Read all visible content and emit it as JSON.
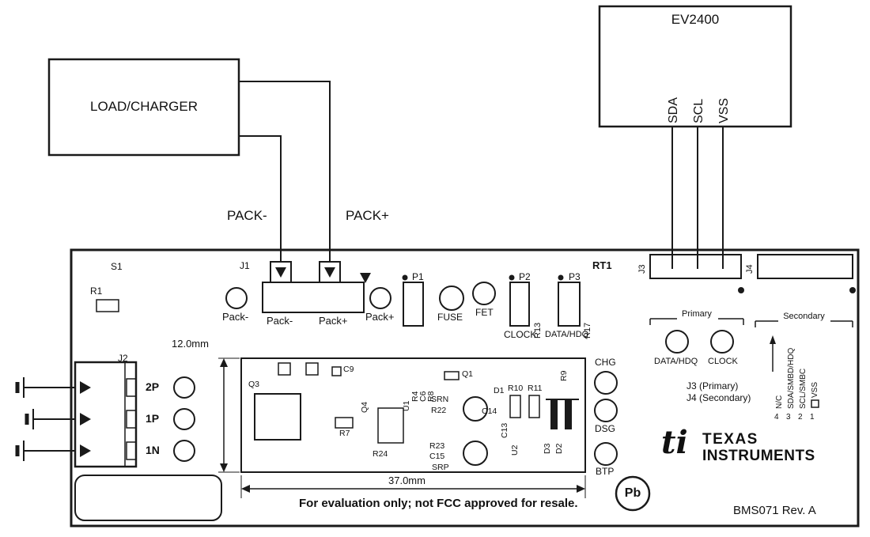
{
  "diagram": {
    "ev2400": {
      "title": "EV2400",
      "sda": "SDA",
      "scl": "SCL",
      "vss": "VSS"
    },
    "load_charger": {
      "title": "LOAD/CHARGER"
    },
    "pack_minus": "PACK-",
    "pack_plus": "PACK+"
  },
  "board": {
    "refs": {
      "s1": "S1",
      "r1": "R1",
      "j1": "J1",
      "j2": "J2",
      "j3": "J3",
      "j4": "J4",
      "rt1": "RT1"
    },
    "j1": {
      "pack_minus": "Pack-",
      "pack_plus": "Pack+"
    },
    "testpoints": {
      "pack_minus": "Pack-",
      "pack_plus": "Pack+",
      "p1": "P1",
      "fuse": "FUSE",
      "fet": "FET",
      "p2": "P2",
      "clock": "CLOCK",
      "p3": "P3",
      "data_hdq": "DATA/HDQ",
      "chg": "CHG",
      "dsg": "DSG",
      "btp": "BTP",
      "tp_2p": "2P",
      "tp_1p": "1P",
      "tp_1n": "1N"
    },
    "resistors": {
      "r13": "R13",
      "r17": "R17"
    },
    "comm": {
      "primary": "Primary",
      "secondary": "Secondary",
      "data_hdq": "DATA/HDQ",
      "clock": "CLOCK",
      "j3_primary": "J3 (Primary)",
      "j4_secondary": "J4 (Secondary)",
      "pin_nc": "N/C",
      "pin_sda": "SDA/SMBD/HDQ",
      "pin_scl": "SCL/SMBC",
      "pin_vss": "VSS",
      "n4": "4",
      "n3": "3",
      "n2": "2",
      "n1": "1"
    },
    "module": {
      "dim_h": "12.0mm",
      "dim_w": "37.0mm",
      "q3": "Q3",
      "c9": "C9",
      "q4": "Q4",
      "r7": "R7",
      "u1": "U1",
      "r4": "R4",
      "c6": "C6",
      "r8": "R8",
      "r24": "R24",
      "srn": "SRN",
      "r22": "R22",
      "c14": "C14",
      "d1": "D1",
      "q1": "Q1",
      "r10": "R10",
      "r11": "R11",
      "c13": "C13",
      "u2": "U2",
      "r23": "R23",
      "c15": "C15",
      "srp": "SRP",
      "d3": "D3",
      "d2": "D2",
      "r9": "R9"
    },
    "footer": {
      "disclaimer": "For evaluation only; not FCC approved for resale.",
      "pb": "Pb",
      "board_id": "BMS071 Rev. A",
      "ti_glyph": "ti",
      "ti_name1": "TEXAS",
      "ti_name2": "INSTRUMENTS"
    }
  }
}
